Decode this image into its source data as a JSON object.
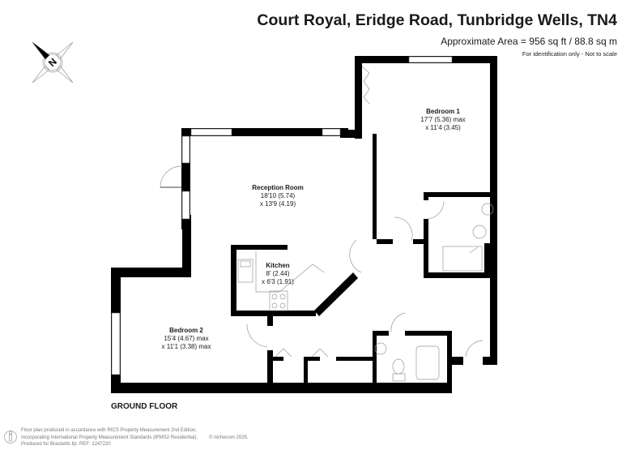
{
  "header": {
    "title": "Court Royal, Eridge Road, Tunbridge Wells, TN4",
    "area": "Approximate Area = 956 sq ft / 88.8 sq m",
    "note": "For identification only - Not to scale"
  },
  "compass": {
    "icon": "north-compass-icon",
    "label": "N"
  },
  "rooms": [
    {
      "name": "Bedroom 1",
      "dim1": "17'7 (5.36) max",
      "dim2": "x 11'4 (3.45)"
    },
    {
      "name": "Reception Room",
      "dim1": "18'10 (5.74)",
      "dim2": "x 13'9 (4.19)"
    },
    {
      "name": "Kitchen",
      "dim1": "8' (2.44)",
      "dim2": "x 6'3 (1.91)"
    },
    {
      "name": "Bedroom 2",
      "dim1": "15'4 (4.67) max",
      "dim2": "x 11'1 (3.38) max"
    }
  ],
  "floor_label": "GROUND FLOOR",
  "footer": {
    "line1": "Floor plan produced in accordance with RICS Property Measurement 2nd Edition,",
    "line2": "Incorporating International Property Measurement Standards (IPMS2 Residential).",
    "copyright": "© nichecom 2025.",
    "line3": "Produced for Bracketts llp.   REF:  1247220"
  },
  "colors": {
    "wall": "#000000",
    "fixture": "#888888",
    "background": "#ffffff"
  }
}
